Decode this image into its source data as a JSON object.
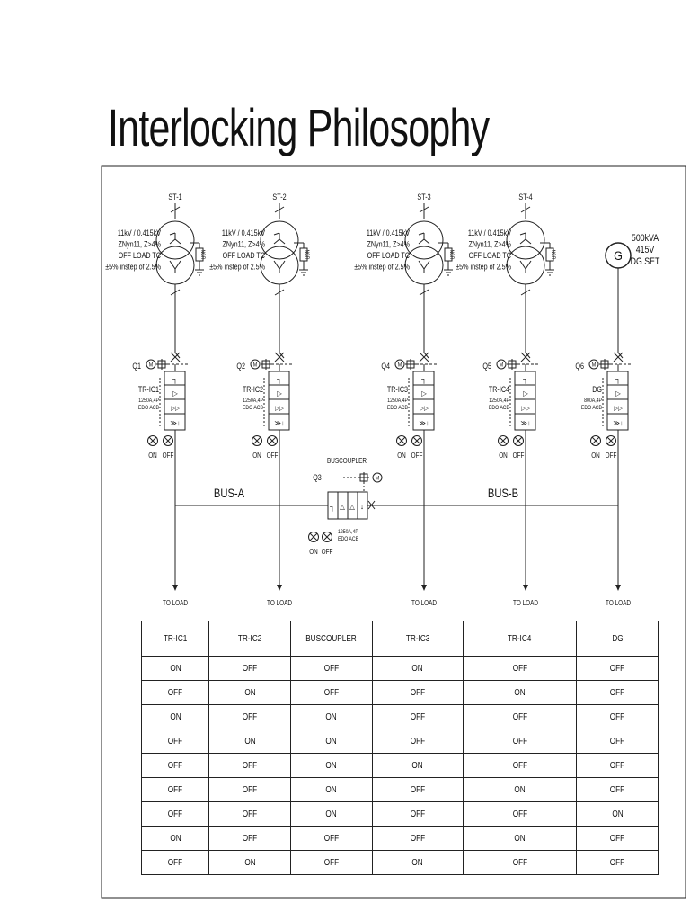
{
  "title": "Interlocking Philosophy",
  "transformers": [
    {
      "tag": "ST-1",
      "spec": [
        "11kV / 0.415kV",
        "ZNyn11, Z>4%",
        "OFF LOAD TC",
        "±5% instep of 2.5%"
      ],
      "ngr": "NGR"
    },
    {
      "tag": "ST-2",
      "spec": [
        "11kV / 0.415kV",
        "ZNyn11, Z>4%",
        "OFF LOAD TC",
        "±5% instep of 2.5%"
      ],
      "ngr": "NGR"
    },
    {
      "tag": "ST-3",
      "spec": [
        "11kV / 0.415kV",
        "ZNyn11, Z>4%",
        "OFF LOAD TC",
        "±5% instep of 2.5%"
      ],
      "ngr": "NGR"
    },
    {
      "tag": "ST-4",
      "spec": [
        "11kV / 0.415kV",
        "ZNyn11, Z>4%",
        "OFF LOAD TC",
        "±5% instep of 2.5%"
      ],
      "ngr": "NGR"
    }
  ],
  "generator": {
    "symbol": "G",
    "spec": [
      "500kVA",
      "415V",
      "DG SET"
    ]
  },
  "breakers": [
    {
      "tag": "Q1",
      "name": "TR-IC1",
      "rating": [
        "1250A,4P",
        "EDO ACB"
      ]
    },
    {
      "tag": "Q2",
      "name": "TR-IC2",
      "rating": [
        "1250A,4P",
        "EDO ACB"
      ]
    },
    {
      "tag": "Q4",
      "name": "TR-IC3",
      "rating": [
        "1250A,4P",
        "EDO ACB"
      ]
    },
    {
      "tag": "Q5",
      "name": "TR-IC4",
      "rating": [
        "1250A,4P",
        "EDO ACB"
      ]
    },
    {
      "tag": "Q6",
      "name": "DG",
      "rating": [
        "800A,4P",
        "EDO ACB"
      ]
    }
  ],
  "buscoupler": {
    "label": "BUSCOUPLER",
    "tag": "Q3",
    "rating": [
      "1250A,4P",
      "EDO ACB"
    ]
  },
  "buses": [
    "BUS-A",
    "BUS-B"
  ],
  "lamps": {
    "on": "ON",
    "off": "OFF"
  },
  "load_label": "TO LOAD",
  "table": {
    "headers": [
      "TR-IC1",
      "TR-IC2",
      "BUSCOUPLER",
      "TR-IC3",
      "TR-IC4",
      "DG"
    ],
    "rows": [
      [
        "ON",
        "OFF",
        "OFF",
        "ON",
        "OFF",
        "OFF"
      ],
      [
        "OFF",
        "ON",
        "OFF",
        "OFF",
        "ON",
        "OFF"
      ],
      [
        "ON",
        "OFF",
        "ON",
        "OFF",
        "OFF",
        "OFF"
      ],
      [
        "OFF",
        "ON",
        "ON",
        "OFF",
        "OFF",
        "OFF"
      ],
      [
        "OFF",
        "OFF",
        "ON",
        "ON",
        "OFF",
        "OFF"
      ],
      [
        "OFF",
        "OFF",
        "ON",
        "OFF",
        "ON",
        "OFF"
      ],
      [
        "OFF",
        "OFF",
        "ON",
        "OFF",
        "OFF",
        "ON"
      ],
      [
        "ON",
        "OFF",
        "OFF",
        "OFF",
        "ON",
        "OFF"
      ],
      [
        "OFF",
        "ON",
        "OFF",
        "ON",
        "OFF",
        "OFF"
      ]
    ]
  }
}
